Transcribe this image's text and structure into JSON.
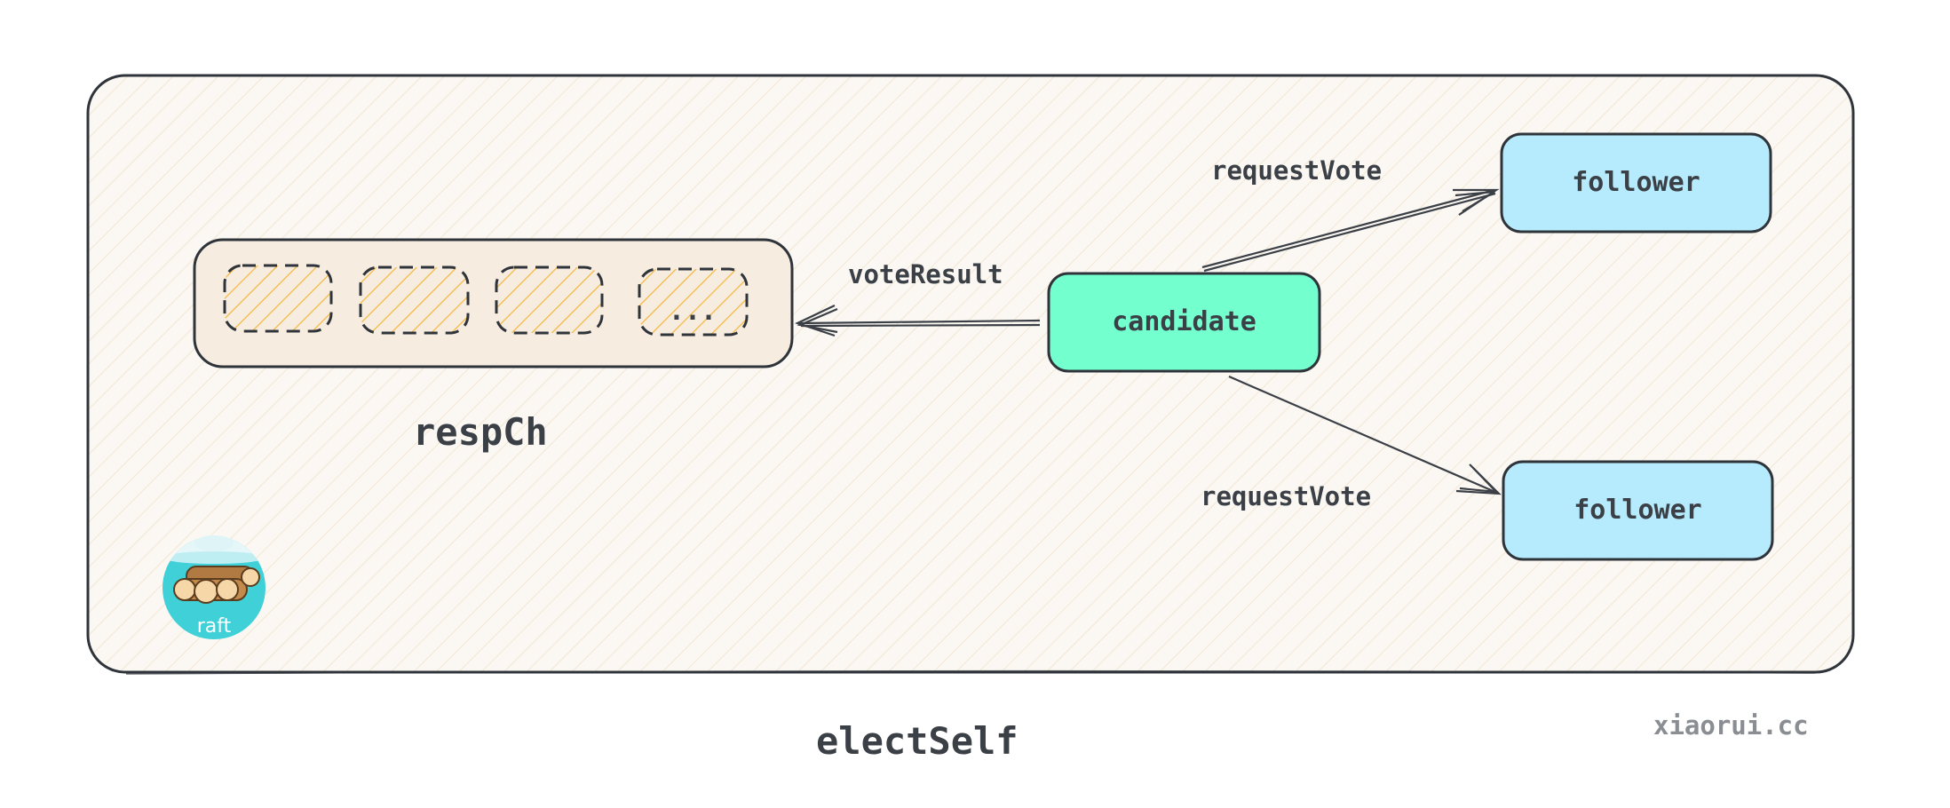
{
  "diagram": {
    "container_label": "electSelf",
    "channel_label": "respCh",
    "channel_slots": [
      "",
      "",
      "",
      "..."
    ],
    "nodes": {
      "candidate": "candidate",
      "follower_top": "follower",
      "follower_bottom": "follower"
    },
    "edges": {
      "request_vote_top": "requestVote",
      "request_vote_bottom": "requestVote",
      "vote_result": "voteResult"
    },
    "logo_text": "raft",
    "watermark": "xiaorui.cc"
  },
  "colors": {
    "stroke": "#2f343b",
    "outer_fill": "#fbf8f3",
    "outer_hatch": "#f3e6d2",
    "channel_fill": "#f7ece0",
    "slot_hatch": "#f4b63a",
    "candidate_fill": "#74ffcf",
    "follower_fill": "#b5ebfc",
    "logo_teal": "#3fd0d8",
    "text": "#3b3f46",
    "watermark": "#8a8d92"
  }
}
